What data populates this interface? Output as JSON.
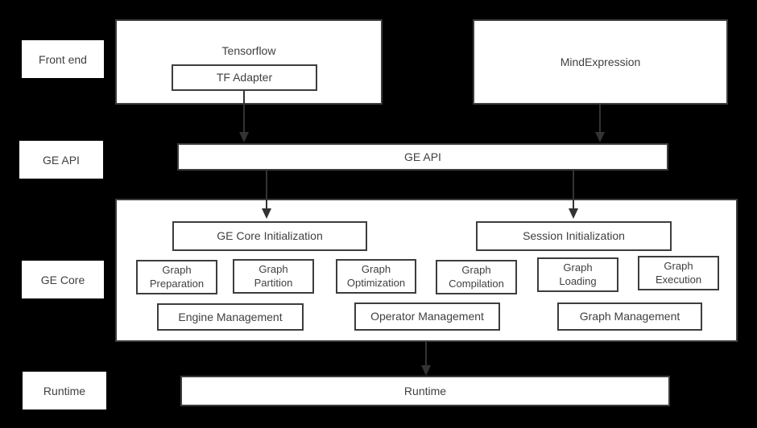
{
  "colors": {
    "background": "#000000",
    "box_fill": "#ffffff",
    "box_border": "#3d3d3d",
    "text": "#404040",
    "arrow": "#333333"
  },
  "side_labels": {
    "front_end": "Front end",
    "ge_api": "GE API",
    "ge_core": "GE Core",
    "runtime": "Runtime"
  },
  "front_end": {
    "tensorflow": "Tensorflow",
    "tf_adapter": "TF Adapter",
    "mind_expression": "MindExpression"
  },
  "ge_api": {
    "label": "GE API"
  },
  "ge_core": {
    "init_boxes": [
      "GE Core Initialization",
      "Session Initialization"
    ],
    "stage_boxes": [
      "Graph Preparation",
      "Graph Partition",
      "Graph Optimization",
      "Graph Compilation",
      "Graph Loading",
      "Graph Execution"
    ],
    "mgmt_boxes": [
      "Engine Management",
      "Operator Management",
      "Graph Management"
    ]
  },
  "runtime": {
    "label": "Runtime"
  }
}
